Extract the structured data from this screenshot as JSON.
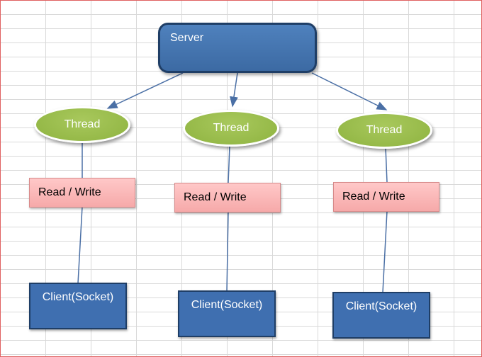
{
  "server": {
    "label": "Server"
  },
  "columns": [
    {
      "thread": "Thread",
      "io": "Read / Write",
      "client": "Client(Socket)"
    },
    {
      "thread": "Thread",
      "io": "Read / Write",
      "client": "Client(Socket)"
    },
    {
      "thread": "Thread",
      "io": "Read / Write",
      "client": "Client(Socket)"
    }
  ],
  "colors": {
    "server": "#4f81bd",
    "thread": "#9bbb59",
    "read_write": "#f8b4b4",
    "client": "#3f6fb0",
    "connector": "#4a6fa5"
  }
}
